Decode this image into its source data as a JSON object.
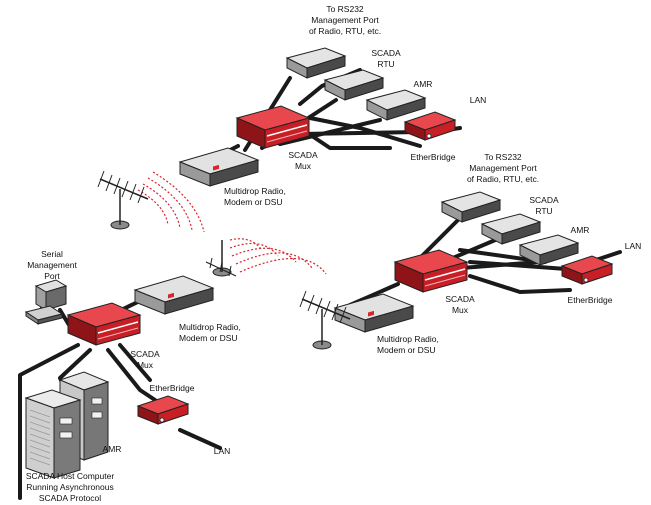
{
  "labels": {
    "top_mgmt_1": "To RS232",
    "top_mgmt_2": "Management Port",
    "top_mgmt_3": "of Radio, RTU, etc.",
    "top_rtu_1": "SCADA",
    "top_rtu_2": "RTU",
    "top_amr": "AMR",
    "top_lan": "LAN",
    "top_etherbridge": "EtherBridge",
    "top_mux_1": "SCADA",
    "top_mux_2": "Mux",
    "top_radio_1": "Multidrop Radio,",
    "top_radio_2": "Modem or DSU",
    "right_mgmt_1": "To RS232",
    "right_mgmt_2": "Management Port",
    "right_mgmt_3": "of Radio, RTU, etc.",
    "right_rtu_1": "SCADA",
    "right_rtu_2": "RTU",
    "right_amr": "AMR",
    "right_lan": "LAN",
    "right_etherbridge": "EtherBridge",
    "right_mux_1": "SCADA",
    "right_mux_2": "Mux",
    "right_radio_1": "Multidrop Radio,",
    "right_radio_2": "Modem or DSU",
    "left_serial_1": "Serial",
    "left_serial_2": "Management",
    "left_serial_3": "Port",
    "left_radio_1": "Multidrop Radio,",
    "left_radio_2": "Modem or DSU",
    "left_mux_1": "SCADA",
    "left_mux_2": "Mux",
    "left_etherbridge": "EtherBridge",
    "left_amr": "AMR",
    "left_lan": "LAN",
    "host_1": "SCADA Host Computer",
    "host_2": "Running Asynchronous",
    "host_3": "SCADA Protocol"
  },
  "colors": {
    "mux_red": "#d8262e",
    "mux_dark": "#8e1418",
    "box_gray": "#d6d6d6",
    "box_dark": "#555555",
    "cable": "#1a1a1a",
    "wave": "#d8262e"
  }
}
